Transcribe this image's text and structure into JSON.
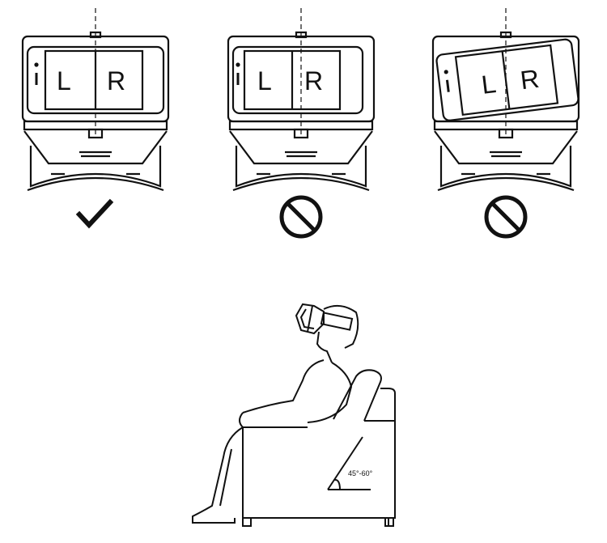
{
  "phones": [
    {
      "left": "L",
      "right": "R",
      "status": "correct"
    },
    {
      "left": "L",
      "right": "R",
      "status": "incorrect"
    },
    {
      "left": "L",
      "right": "R",
      "status": "incorrect"
    }
  ],
  "scene": {
    "angle_label": "45°-60°"
  },
  "colors": {
    "line": "#111111",
    "background": "#ffffff"
  },
  "icons": [
    "check-icon",
    "prohibited-icon",
    "prohibited-icon"
  ]
}
